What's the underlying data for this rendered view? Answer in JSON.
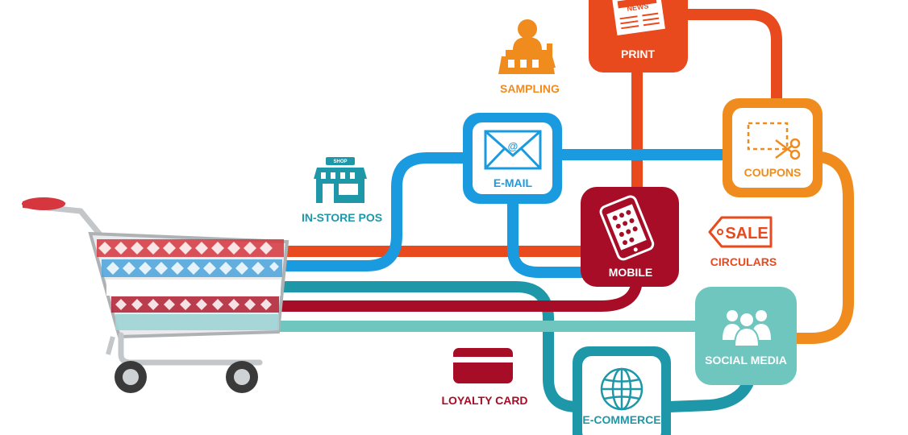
{
  "colors": {
    "orange_red": "#e8491d",
    "sky_blue": "#1a9be0",
    "crimson": "#a70d26",
    "amber": "#f08b1e",
    "teal": "#6fc6be",
    "dark_teal": "#1e97a8",
    "cart_red": "#d6363e",
    "cart_blue": "#4aa5dd",
    "cart_gray": "#b9bcbf"
  },
  "nodes": {
    "print": {
      "label": "PRINT",
      "icon": "newspaper-icon",
      "icon_text": "NEWS"
    },
    "email": {
      "label": "E-MAIL",
      "icon": "envelope-icon"
    },
    "mobile": {
      "label": "MOBILE",
      "icon": "smartphone-icon"
    },
    "coupons": {
      "label": "COUPONS",
      "icon": "scissors-icon"
    },
    "social_media": {
      "label": "SOCIAL MEDIA",
      "icon": "people-icon"
    },
    "ecommerce": {
      "label": "E-COMMERCE",
      "icon": "globe-icon"
    }
  },
  "free_items": {
    "sampling": {
      "label": "SAMPLING",
      "icon": "sampling-booth-icon"
    },
    "in_store_pos": {
      "label": "IN-STORE POS",
      "icon": "shop-icon",
      "icon_text": "SHOP"
    },
    "circulars": {
      "label": "CIRCULARS",
      "icon": "sale-tag-icon",
      "icon_text": "SALE"
    },
    "loyalty_card": {
      "label": "LOYALTY CARD",
      "icon": "card-icon"
    }
  },
  "cart": {
    "icon": "shopping-cart-icon"
  }
}
